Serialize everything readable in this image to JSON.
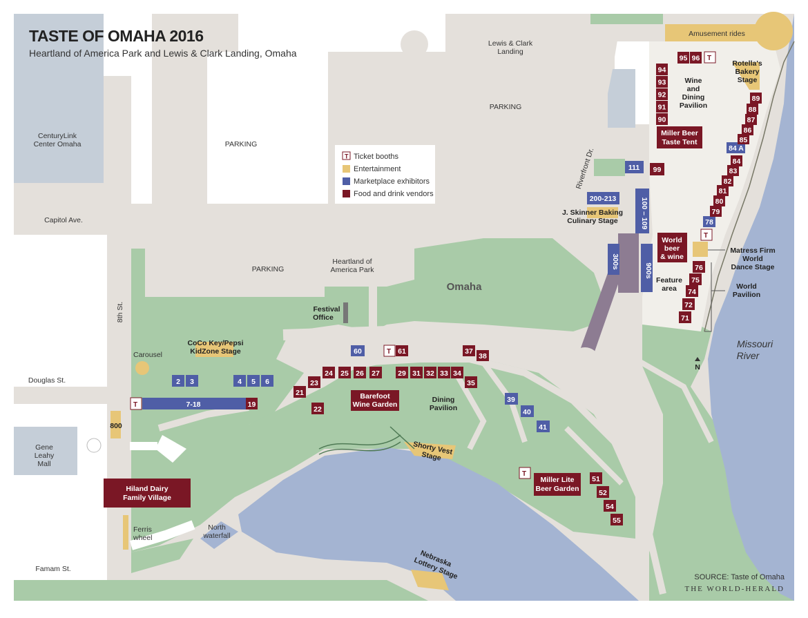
{
  "header": {
    "title": "TASTE OF OMAHA 2016",
    "subtitle": "Heartland of America Park and Lewis & Clark Landing, Omaha"
  },
  "colors": {
    "water": "#a4b4d2",
    "park": "#a9cba8",
    "street": "#e4e0db",
    "building": "#c5ced8",
    "entertainment": "#e7c677",
    "exhibitor": "#4f5ea6",
    "vendor": "#7a1725",
    "walkway": "#8d7c92"
  },
  "legend": {
    "ticket_icon": "T",
    "ticket": "Ticket booths",
    "entertainment": "Entertainment",
    "exhibitors": "Marketplace exhibitors",
    "vendors": "Food and drink vendors"
  },
  "places": {
    "centurylink": [
      "CenturyLink",
      "Center Omaha"
    ],
    "parking1": "PARKING",
    "parking2": "PARKING",
    "parking3": "PARKING",
    "lewis_clark": [
      "Lewis & Clark",
      "Landing"
    ],
    "heartland": [
      "Heartland of",
      "America Park"
    ],
    "omaha": "Omaha",
    "gene_leahy": [
      "Gene",
      "Leahy",
      "Mall"
    ],
    "carousel": "Carousel",
    "festival_office": [
      "Festival",
      "Office"
    ],
    "ferris": [
      "Ferris",
      "wheel"
    ],
    "north_waterfall": [
      "North",
      "waterfall"
    ],
    "missouri": [
      "Missouri",
      "River"
    ],
    "north_arrow": "N",
    "feature_area": [
      "Feature",
      "area"
    ],
    "world_pavilion": [
      "World",
      "Pavilion"
    ],
    "dining_pavilion": [
      "Dining",
      "Pavilion"
    ],
    "wine_pavilion": [
      "Wine",
      "and",
      "Dining",
      "Pavilion"
    ]
  },
  "streets": {
    "capitol": "Capitol Ave.",
    "douglas": "Douglas St.",
    "farnam": "Famam St.",
    "eighth": "8th St.",
    "riverfront": "Riverfront Dr."
  },
  "stages": {
    "amusement": "Amusement rides",
    "rotellas": [
      "Rotella's",
      "Bakery",
      "Stage"
    ],
    "skinner": [
      "J. Skinner Baking",
      "Culinary Stage"
    ],
    "matress": [
      "Matress Firm",
      "World",
      "Dance Stage"
    ],
    "kidzone": [
      "CoCo Key/Pepsi",
      "KidZone Stage"
    ],
    "shorty": [
      "Shorty Vest",
      "Stage"
    ],
    "lottery": [
      "Nebraska",
      "Lottery Stage"
    ],
    "booth_800": "800"
  },
  "vendor_areas": {
    "miller_beer": [
      "Miller Beer",
      "Taste Tent"
    ],
    "world_beer": [
      "World",
      "beer",
      "& wine"
    ],
    "barefoot": [
      "Barefoot",
      "Wine Garden"
    ],
    "miller_lite": [
      "Miller Lite",
      "Beer Garden"
    ],
    "hiland": [
      "Hiland Dairy",
      "Family Village"
    ]
  },
  "exhibitor_labels": {
    "b111": "111",
    "b200": "200-213",
    "b100": "100 – 109",
    "b300": "300s",
    "b900": "900s",
    "b84a": "84 A",
    "b78": "78",
    "b60": "60",
    "b7_18": "7-18",
    "b2": "2",
    "b3": "3",
    "b4": "4",
    "b5": "5",
    "b6": "6",
    "b39": "39",
    "b40": "40",
    "b41": "41"
  },
  "vendor_labels": {
    "v95": "95",
    "v96": "96",
    "v94": "94",
    "v93": "93",
    "v92": "92",
    "v91": "91",
    "v90": "90",
    "v99": "99",
    "v89": "89",
    "v88": "88",
    "v87": "87",
    "v86": "86",
    "v85": "85",
    "v84": "84",
    "v83": "83",
    "v82": "82",
    "v81": "81",
    "v80": "80",
    "v79": "79",
    "v76": "76",
    "v75": "75",
    "v74": "74",
    "v72": "72",
    "v71": "71",
    "v61": "61",
    "v37": "37",
    "v38": "38",
    "v24": "24",
    "v25": "25",
    "v26": "26",
    "v27": "27",
    "v29": "29",
    "v31": "31",
    "v32": "32",
    "v33": "33",
    "v34": "34",
    "v35": "35",
    "v23": "23",
    "v21": "21",
    "v22": "22",
    "v19": "19",
    "v51": "51",
    "v52": "52",
    "v54": "54",
    "v55": "55"
  },
  "source": {
    "text": "SOURCE: Taste of Omaha",
    "publisher": "THE WORLD-HERALD"
  }
}
